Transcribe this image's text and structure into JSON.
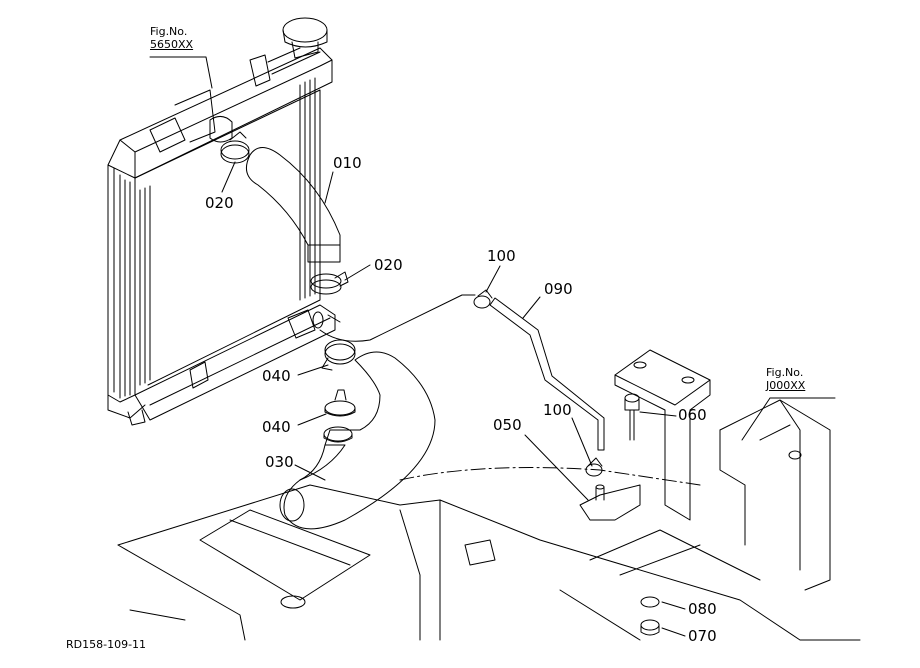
{
  "fig_refs": [
    {
      "id": "radiator",
      "line1": "Fig.No.",
      "line2": "5650XX"
    },
    {
      "id": "frame",
      "line1": "Fig.No.",
      "line2": "J000XX"
    }
  ],
  "callouts": {
    "p010": "010",
    "p020a": "020",
    "p020b": "020",
    "p030": "030",
    "p040a": "040",
    "p040b": "040",
    "p050": "050",
    "p060": "060",
    "p070": "070",
    "p080": "080",
    "p090": "090",
    "p100a": "100",
    "p100b": "100"
  },
  "drawing_code": "RD158-109-11"
}
